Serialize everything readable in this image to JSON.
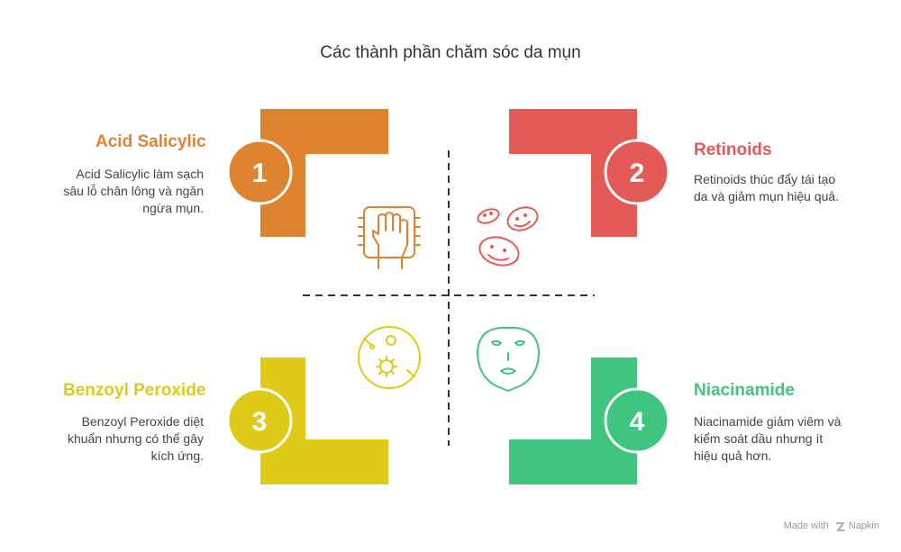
{
  "title": "Các thành phần chăm sóc da mụn",
  "colors": {
    "orange": "#DE8430",
    "red": "#E45A56",
    "yellow": "#DFCB17",
    "green": "#3FC57F"
  },
  "items": [
    {
      "number": "1",
      "heading": "Acid Salicylic",
      "description": "Acid Salicylic làm sạch\nsâu lỗ chân lông và ngăn\nngừa mụn.",
      "icon": "hand-cleansing-icon"
    },
    {
      "number": "2",
      "heading": "Retinoids",
      "description": "Retinoids thúc đẩy tái tạo\nda và giảm mụn hiệu quả.",
      "icon": "smiling-faces-icon"
    },
    {
      "number": "3",
      "heading": "Benzoyl Peroxide",
      "description": "Benzoyl Peroxide diệt\nkhuẩn nhưng có thể gây\nkích ứng.",
      "icon": "no-bacteria-icon"
    },
    {
      "number": "4",
      "heading": "Niacinamide",
      "description": "Niacinamide giảm viêm và\nkiểm soát dầu nhưng ít\nhiệu quả hơn.",
      "icon": "face-mask-icon"
    }
  ],
  "footer": {
    "made_with": "Made with",
    "brand": "Napkin"
  }
}
